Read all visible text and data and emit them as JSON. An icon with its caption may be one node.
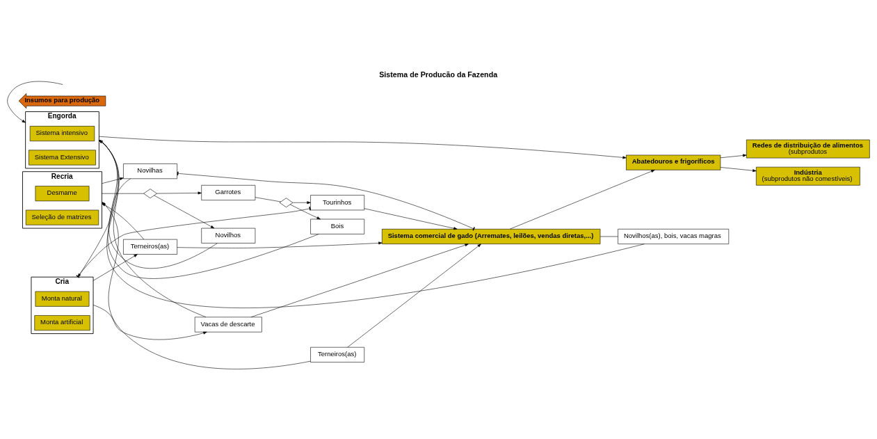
{
  "diagram": {
    "title": "Sistema de Producão da Fazenda",
    "nodes": [
      {
        "text": [
          "Cria"
        ]
      },
      {
        "text": [
          "Monta natural"
        ],
        "in": 0
      },
      {
        "text": [
          "Monta artificial"
        ],
        "in": 0
      },
      {
        "text": [
          "Recria"
        ]
      },
      {
        "text": [
          "Desmame"
        ],
        "in": 3
      },
      {
        "text": [
          "Seleção de matrizes"
        ],
        "in": 3
      },
      {
        "text": [
          "Engorda"
        ]
      },
      {
        "text": [
          "Sistema intensivo"
        ],
        "in": 6
      },
      {
        "text": [
          "Sistema Extensivo"
        ],
        "in": 6
      },
      {
        "text": [
          "Terneiros(as)"
        ]
      },
      {
        "text": [
          "Vacas de descarte"
        ]
      },
      {
        "text": [
          "Terneiros(as)"
        ]
      },
      {
        "text": [
          "Garrotes"
        ]
      },
      {
        "text": [
          "Novilhos"
        ]
      },
      {
        "text": [
          "Novilhas"
        ]
      },
      {
        "text": [
          "Tourinhos"
        ]
      },
      {
        "text": [
          "Bois"
        ]
      },
      {
        "text": [],
        "shape": "diamond"
      },
      {
        "text": [],
        "shape": "diamond"
      },
      {
        "text": [
          "Insumos para produção"
        ]
      },
      {
        "text": [
          "Sistema comercial de gado (Arremates, leilões, vendas diretas,...)"
        ]
      },
      {
        "text": [
          "Abatedouros e frigoríficos"
        ]
      },
      {
        "text": [
          "Redes de distribuição de alimentos",
          "(subprodutos"
        ]
      },
      {
        "text": [
          "Indústria",
          "(subprodutos não comestíveis)"
        ]
      },
      {
        "text": [
          "Novilhos(as), bois, vacas magras"
        ]
      }
    ],
    "edges": [
      {
        "from": 0,
        "to": 10,
        "arrow": "to"
      },
      {
        "from": 0,
        "to": 11,
        "arrow": "to"
      },
      {
        "from": 10,
        "to": 20,
        "arrow": "to"
      },
      {
        "from": 11,
        "to": 20,
        "arrow": "to"
      },
      {
        "from": 11,
        "to": 3,
        "arrow": "to"
      },
      {
        "from": 3,
        "to": 17,
        "arrow": "none"
      },
      {
        "from": 17,
        "to": 12,
        "arrow": "to"
      },
      {
        "from": 17,
        "to": 13,
        "arrow": "to"
      },
      {
        "from": 3,
        "to": 14,
        "arrow": "to"
      },
      {
        "from": 12,
        "to": 18,
        "arrow": "none"
      },
      {
        "from": 18,
        "to": 15,
        "arrow": "to"
      },
      {
        "from": 18,
        "to": 16,
        "arrow": "to"
      },
      {
        "from": 15,
        "to": 20,
        "arrow": "to"
      },
      {
        "from": 14,
        "to": 20,
        "arrow": "other"
      },
      {
        "from": 15,
        "to": 0,
        "arrow": "other"
      },
      {
        "from": 14,
        "to": 0,
        "arrow": "to"
      },
      {
        "from": 13,
        "to": 6,
        "arrow": "to"
      },
      {
        "from": 16,
        "to": 6,
        "arrow": "to"
      },
      {
        "from": 10,
        "to": 6,
        "arrow": "to"
      },
      {
        "from": null,
        "to": 6,
        "arrow": "to"
      },
      {
        "from": 9,
        "to": 20,
        "arrow": "to"
      },
      {
        "from": 9,
        "to": 3,
        "arrow": "to"
      },
      {
        "from": 20,
        "to": 21,
        "arrow": "to"
      },
      {
        "from": 21,
        "to": 22,
        "arrow": "to"
      },
      {
        "from": 21,
        "to": 23,
        "arrow": "to"
      },
      {
        "from": 6,
        "to": 21,
        "arrow": "to"
      },
      {
        "from": 20,
        "to": 24,
        "arrow": "none"
      },
      {
        "from": 24,
        "to": 6,
        "arrow": "to"
      }
    ]
  }
}
